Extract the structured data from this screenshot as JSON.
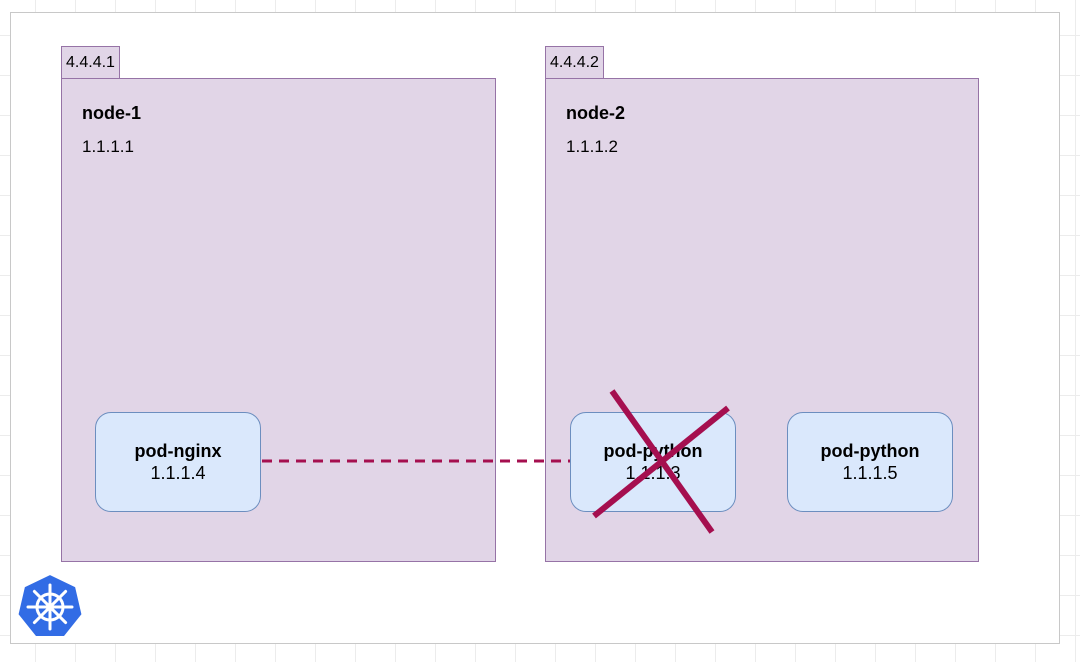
{
  "nodes": [
    {
      "tag": "4.4.4.1",
      "name": "node-1",
      "ip": "1.1.1.1"
    },
    {
      "tag": "4.4.4.2",
      "name": "node-2",
      "ip": "1.1.1.2"
    }
  ],
  "pods": [
    {
      "name": "pod-nginx",
      "ip": "1.1.1.4"
    },
    {
      "name": "pod-python",
      "ip": "1.1.1.3",
      "deleted": true
    },
    {
      "name": "pod-python",
      "ip": "1.1.1.5"
    }
  ],
  "colors": {
    "node_fill": "#e1d5e7",
    "node_stroke": "#9673a6",
    "pod_fill": "#dae8fc",
    "pod_stroke": "#6c8ebf",
    "link": "#a50f4f",
    "cross": "#a50f4f",
    "logo": "#326ce5"
  },
  "icons": {
    "logo": "kubernetes-helm-icon"
  }
}
